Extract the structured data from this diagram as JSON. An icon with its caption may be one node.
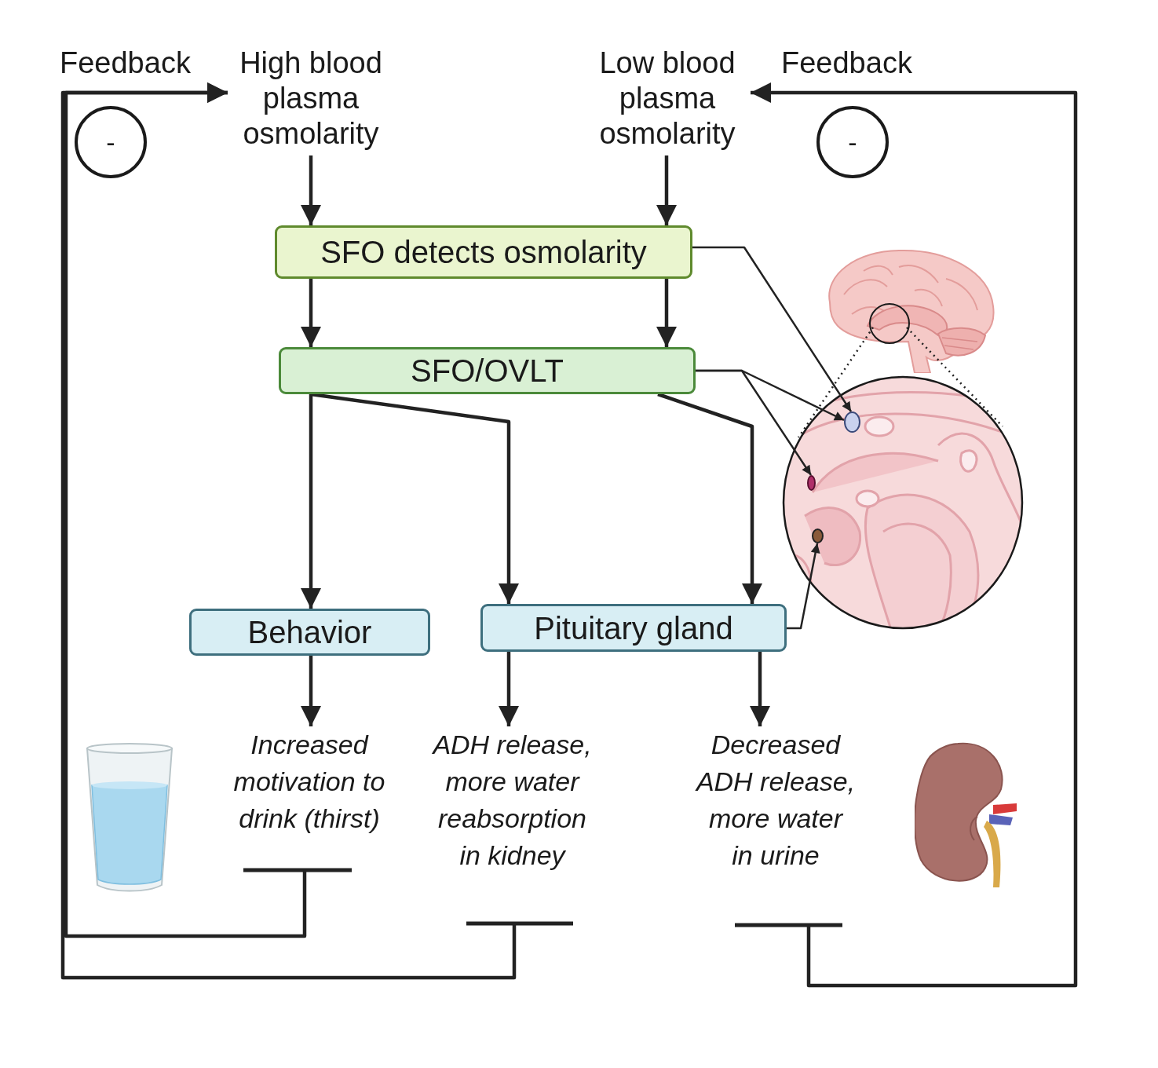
{
  "diagram": {
    "nodes": [
      {
        "text": [
          "High blood plasma osmolarity"
        ]
      },
      {
        "text": [
          "Low blood plasma osmolarity"
        ]
      },
      {
        "text": [
          "SFO detects osmolarity"
        ]
      },
      {
        "text": [
          "SFO/OVLT"
        ]
      },
      {
        "text": [
          "Behavior"
        ]
      },
      {
        "text": [
          "Pituitary gland"
        ]
      },
      {
        "text": [
          "Increased motivation to drink (thirst)"
        ]
      },
      {
        "text": [
          "ADH release, more water reabsorption in kidney"
        ]
      },
      {
        "text": [
          "Decreased ADH release, more water in urine"
        ]
      },
      {
        "text": [],
        "shape": "picture"
      },
      {
        "text": [],
        "shape": "picture"
      },
      {
        "text": [],
        "shape": "circle",
        "in": 10
      },
      {
        "text": [],
        "shape": "circle",
        "in": 10
      },
      {
        "text": [],
        "shape": "circle",
        "in": 10
      },
      {
        "text": [],
        "shape": "picture"
      },
      {
        "text": [],
        "shape": "picture"
      },
      {
        "text": [
          "-"
        ]
      },
      {
        "text": [
          "-"
        ]
      }
    ],
    "edges": [
      {
        "from": 0,
        "to": 2,
        "arrow": "to"
      },
      {
        "from": 1,
        "to": 2,
        "arrow": "to"
      },
      {
        "from": 2,
        "to": 3,
        "arrow": "to"
      },
      {
        "from": 2,
        "to": 3,
        "arrow": "to"
      },
      {
        "from": 3,
        "to": 4,
        "arrow": "to"
      },
      {
        "from": 3,
        "to": 5,
        "arrow": "to"
      },
      {
        "from": 3,
        "to": 5,
        "arrow": "to"
      },
      {
        "from": 4,
        "to": 6,
        "arrow": "to"
      },
      {
        "from": 5,
        "to": 7,
        "arrow": "to"
      },
      {
        "from": 5,
        "to": 8,
        "arrow": "to"
      },
      {
        "from": 6,
        "to": 0,
        "arrow": "to"
      },
      {
        "from": 7,
        "to": 0,
        "arrow": "to"
      },
      {
        "from": 8,
        "to": 1,
        "arrow": "to"
      },
      {
        "from": 2,
        "to": 11,
        "arrow": "to"
      },
      {
        "from": 3,
        "to": 11,
        "arrow": "to"
      },
      {
        "from": 3,
        "to": 12,
        "arrow": "to"
      },
      {
        "from": 5,
        "to": 13,
        "arrow": "to"
      },
      {
        "from": 9,
        "to": 10,
        "arrow": "none",
        "style": "dashed"
      }
    ],
    "labels": [
      "Feedback",
      "Feedback"
    ]
  }
}
